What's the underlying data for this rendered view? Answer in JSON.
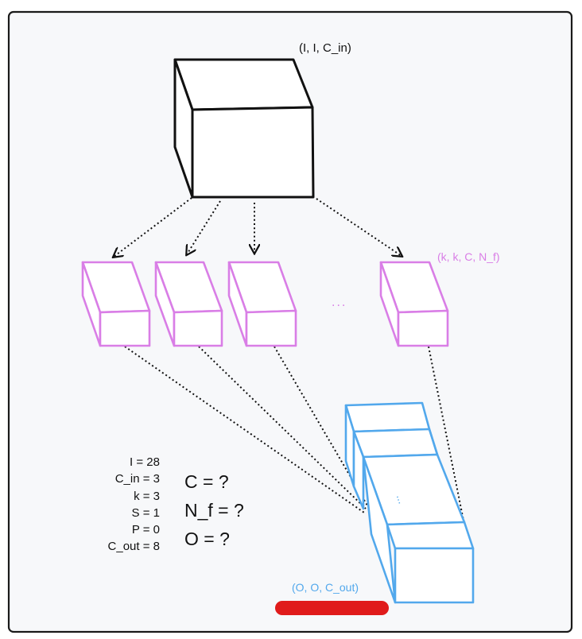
{
  "labels": {
    "input_shape": "(I, I, C_in)",
    "filter_shape": "(k, k, C, N_f)",
    "output_shape": "(O, O, C_out)",
    "filters_ellipsis": "...",
    "output_ellipsis": "..."
  },
  "parameters": [
    "I = 28",
    "C_in = 3",
    "k = 3",
    "S = 1",
    "P = 0",
    "C_out = 8"
  ],
  "questions": [
    "C = ?",
    "N_f = ?",
    "O = ?"
  ],
  "colors": {
    "input_cube": "#111111",
    "filters": "#d97ee6",
    "output": "#52a8ec",
    "redaction_bar": "#e01b1b",
    "frame_background": "#f7f8fa",
    "frame_border": "#1a1a1a"
  }
}
